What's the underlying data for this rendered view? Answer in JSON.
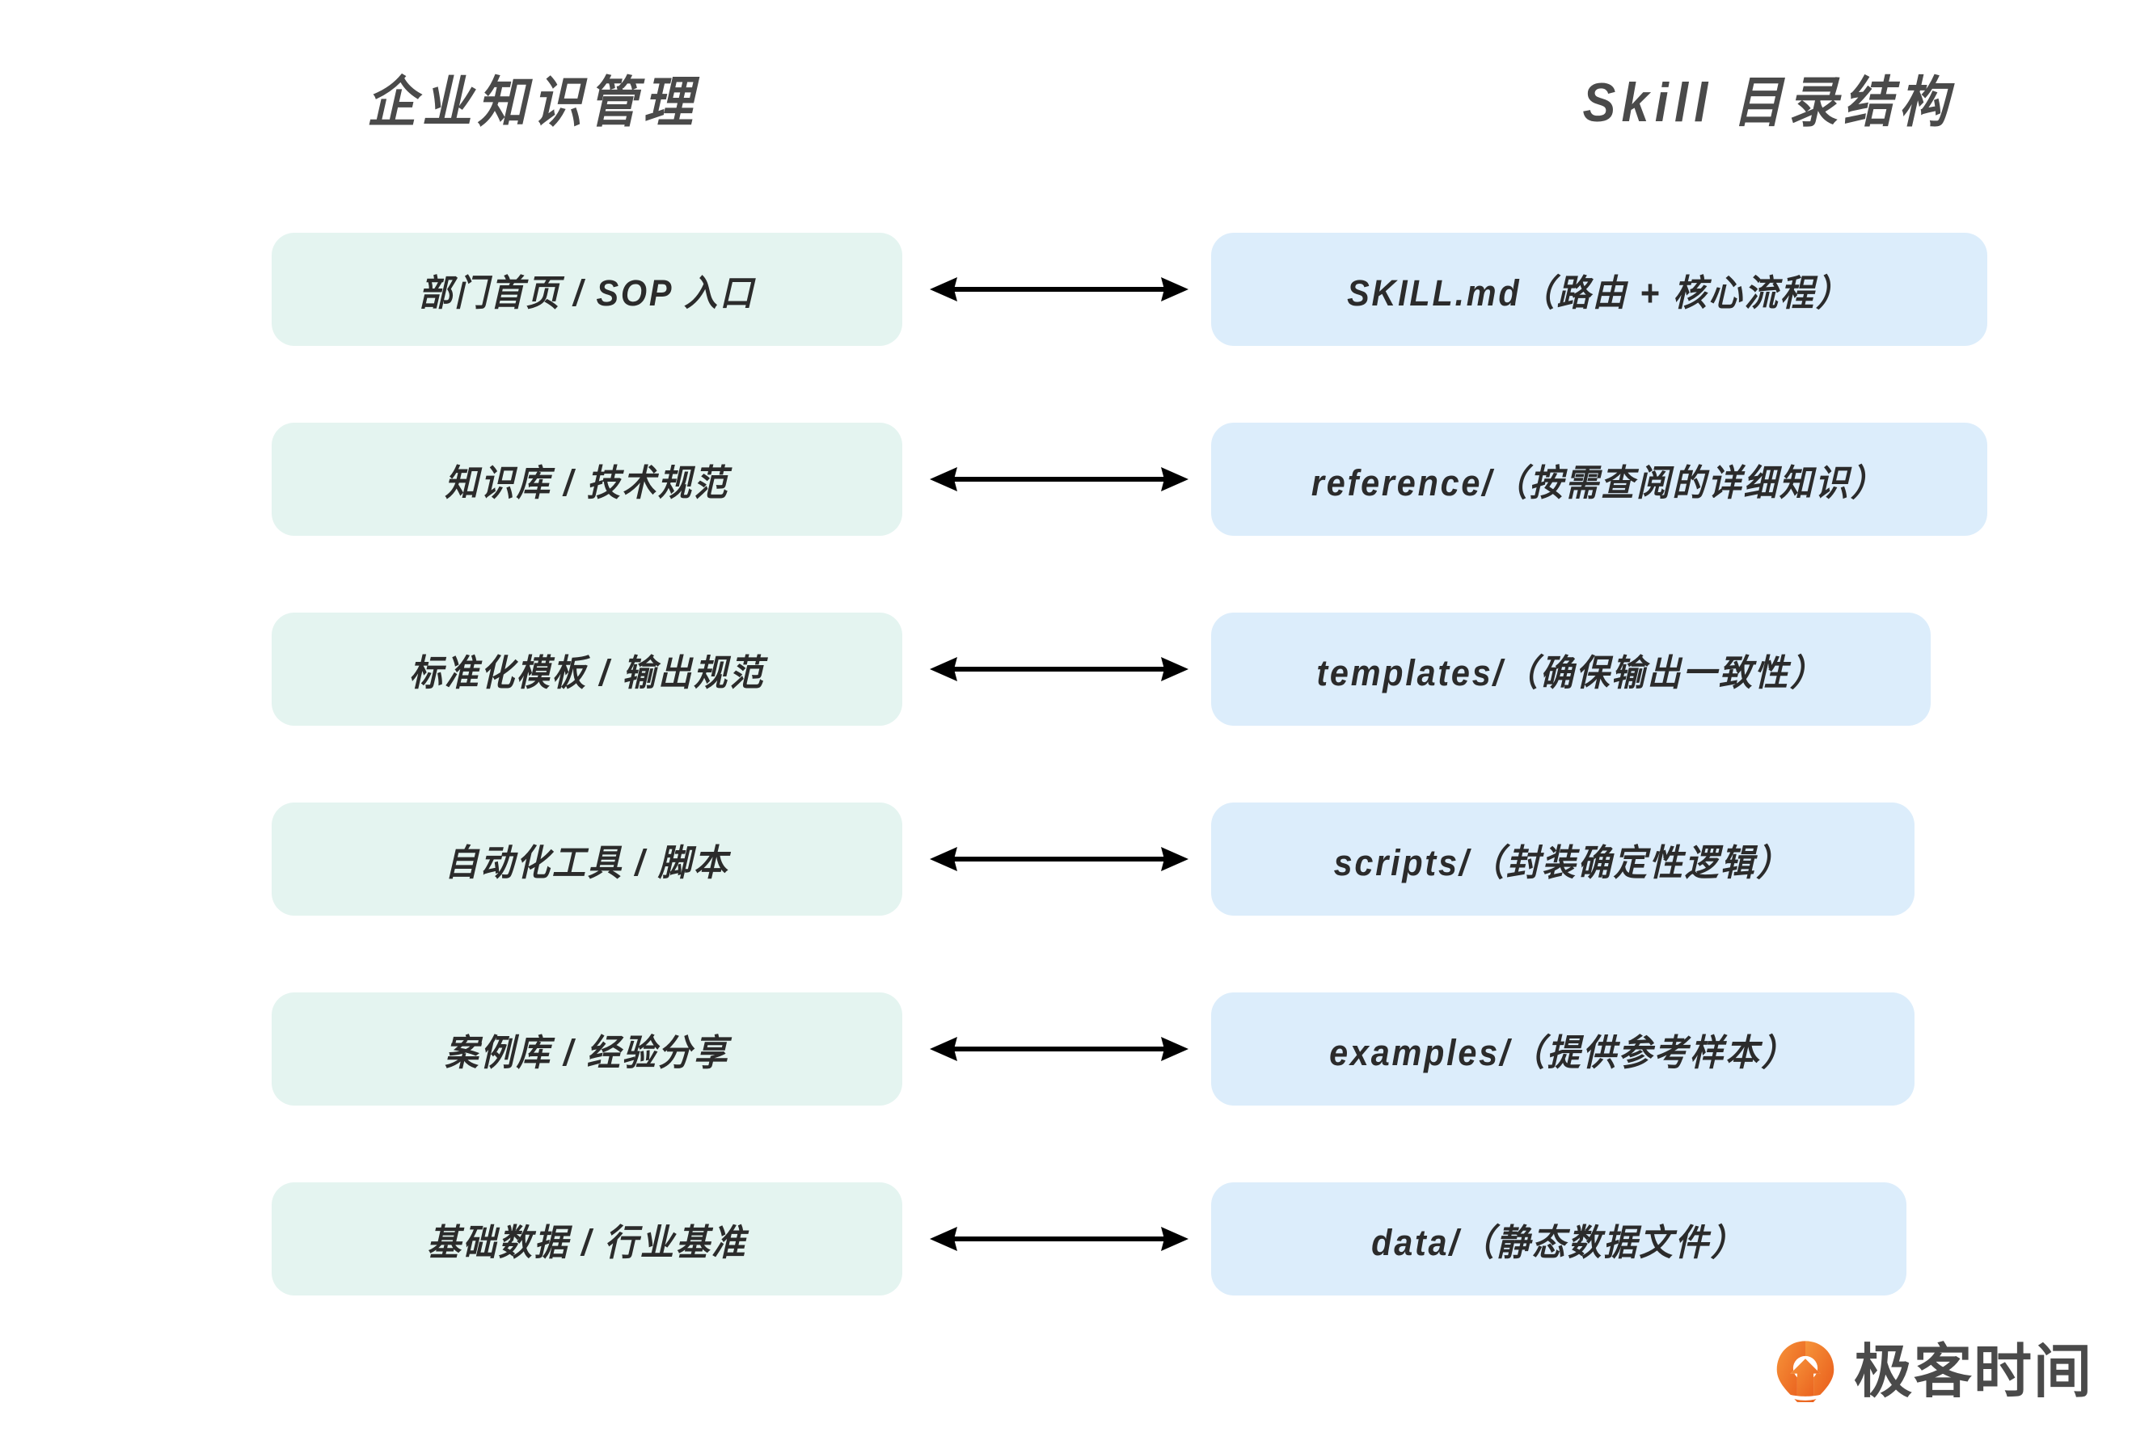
{
  "columns": {
    "left_title": "企业知识管理",
    "right_title": "Skill 目录结构"
  },
  "colors": {
    "left_box_bg": "#e4f4f0",
    "right_box_bg": "#dcedfb",
    "title_text": "#4a4a4a",
    "box_text": "#2b2b2b",
    "arrow": "#000000",
    "brand_accent": "#ef6a21",
    "page_bg": "#ffffff"
  },
  "rows": [
    {
      "left": "部门首页 / SOP 入口",
      "right": "SKILL.md（路由 + 核心流程）",
      "arrow": "double-headed-arrow",
      "right_width": 960
    },
    {
      "left": "知识库 / 技术规范",
      "right": "reference/（按需查阅的详细知识）",
      "arrow": "double-headed-arrow",
      "right_width": 960
    },
    {
      "left": "标准化模板 / 输出规范",
      "right": "templates/（确保输出一致性）",
      "arrow": "double-headed-arrow",
      "right_width": 890
    },
    {
      "left": "自动化工具 / 脚本",
      "right": "scripts/（封装确定性逻辑）",
      "arrow": "double-headed-arrow",
      "right_width": 870
    },
    {
      "left": "案例库 / 经验分享",
      "right": "examples/（提供参考样本）",
      "arrow": "double-headed-arrow",
      "right_width": 870
    },
    {
      "left": "基础数据 / 行业基准",
      "right": "data/（静态数据文件）",
      "arrow": "double-headed-arrow",
      "right_width": 860
    }
  ],
  "brand": {
    "name": "极客时间",
    "mark": "geektime-pin-icon"
  }
}
